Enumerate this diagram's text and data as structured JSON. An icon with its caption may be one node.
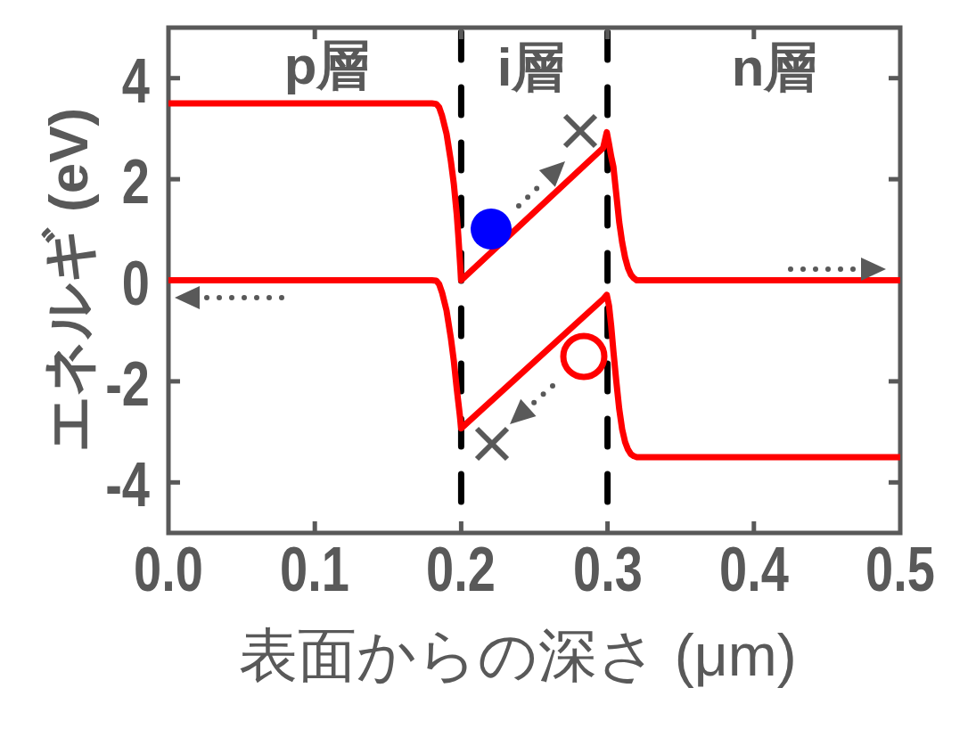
{
  "diagram": {
    "labels": [
      "p層",
      "i層",
      "n層"
    ],
    "chart_data": {
      "type": "line",
      "xlabel": "表面からの深さ (μm)",
      "ylabel": "エネルギ (eV)",
      "x": [
        0,
        0.18,
        0.183,
        0.185,
        0.187,
        0.19,
        0.193,
        0.195,
        0.197,
        0.198,
        0.199,
        0.2,
        0.297,
        0.2995,
        0.301,
        0.3025,
        0.304,
        0.306,
        0.308,
        0.31,
        0.312,
        0.314,
        0.316,
        0.318,
        0.32,
        0.5
      ],
      "series": [
        {
          "color": "#ff0000",
          "values": [
            3.5,
            3.5,
            3.49,
            3.42,
            3.25,
            2.9,
            2.35,
            1.9,
            1.3,
            0.9,
            0.45,
            0,
            2.62,
            2.93,
            2.7,
            2.45,
            2.25,
            1.7,
            1.15,
            0.75,
            0.45,
            0.24,
            0.11,
            0.04,
            0,
            0
          ]
        },
        {
          "color": "#ff0000",
          "values": [
            0,
            0,
            -0.01,
            -0.08,
            -0.25,
            -0.6,
            -1.15,
            -1.6,
            -2.15,
            -2.4,
            -2.65,
            -2.93,
            -0.37,
            -0.29,
            -0.5,
            -0.9,
            -1.4,
            -2.0,
            -2.55,
            -2.95,
            -3.2,
            -3.35,
            -3.44,
            -3.48,
            -3.5,
            -3.5
          ]
        }
      ],
      "xlim": [
        0,
        0.5
      ],
      "ylim": [
        -5,
        5
      ],
      "xticks": [
        {
          "value": 0,
          "label": "0.0"
        },
        {
          "value": 0.1,
          "label": "0.1"
        },
        {
          "value": 0.2,
          "label": "0.2"
        },
        {
          "value": 0.3,
          "label": "0.3"
        },
        {
          "value": 0.4,
          "label": "0.4"
        },
        {
          "value": 0.5,
          "label": "0.5"
        }
      ],
      "yticks": [
        4,
        2,
        0,
        -2,
        -4
      ]
    }
  }
}
